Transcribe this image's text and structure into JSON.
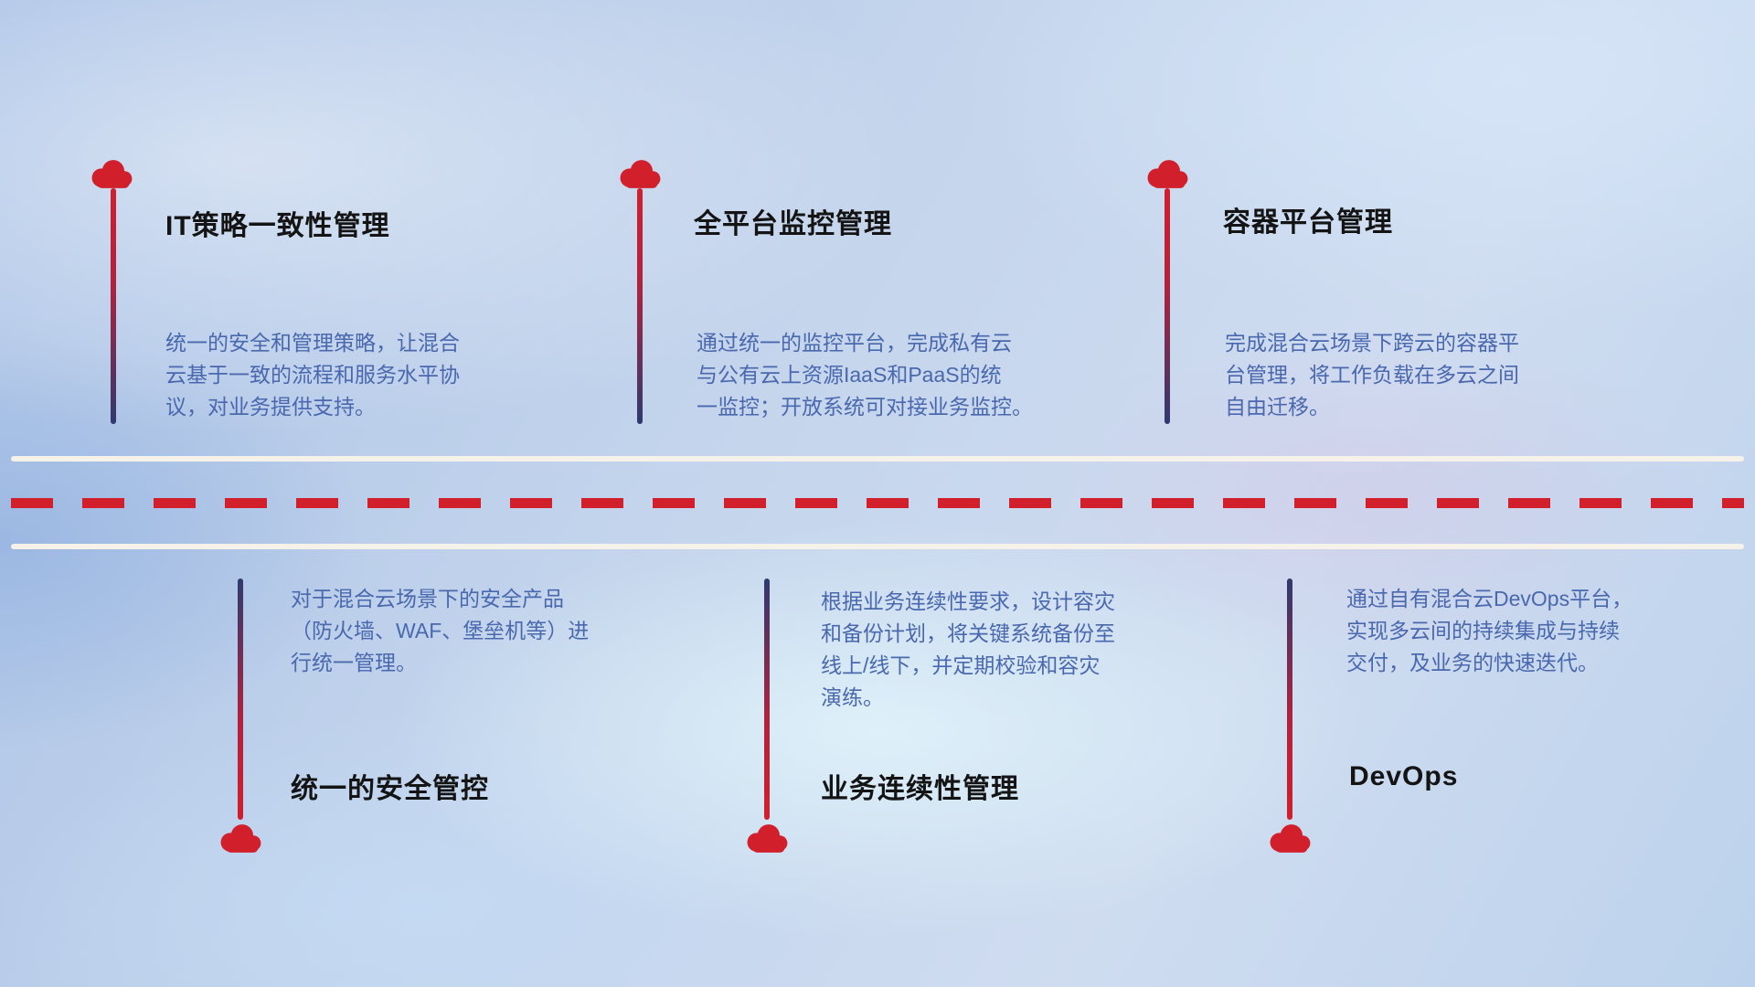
{
  "colors": {
    "accent_red": "#d11f2c",
    "navy": "#2e3a6e",
    "title_text": "#141414",
    "desc_text": "#4a68ae",
    "road_white": "#f6f2ea"
  },
  "top_items": [
    {
      "title": "IT策略一致性管理",
      "desc": "统一的安全和管理策略，让混合\n云基于一致的流程和服务水平协\n议，对业务提供支持。"
    },
    {
      "title": "全平台监控管理",
      "desc": "通过统一的监控平台，完成私有云\n与公有云上资源IaaS和PaaS的统\n一监控；开放系统可对接业务监控。"
    },
    {
      "title": "容器平台管理",
      "desc": "完成混合云场景下跨云的容器平\n台管理，将工作负载在多云之间\n自由迁移。"
    }
  ],
  "bottom_items": [
    {
      "title": "统一的安全管控",
      "desc": "对于混合云场景下的安全产品\n（防火墙、WAF、堡垒机等）进\n行统一管理。"
    },
    {
      "title": "业务连续性管理",
      "desc": "根据业务连续性要求，设计容灾\n和备份计划，将关键系统备份至\n线上/线下，并定期校验和容灾\n演练。"
    },
    {
      "title": "DevOps",
      "desc": "通过自有混合云DevOps平台，\n实现多云间的持续集成与持续\n交付，及业务的快速迭代。"
    }
  ]
}
